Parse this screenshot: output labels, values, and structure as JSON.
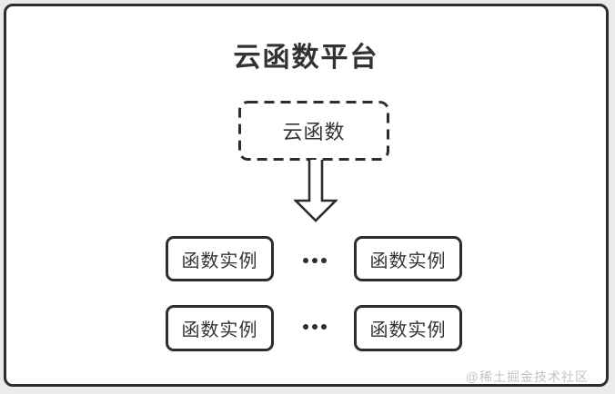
{
  "title": "云函数平台",
  "cloud_function_box": {
    "label": "云函数"
  },
  "instance_rows": [
    {
      "left": "函数实例",
      "ellipsis": "•••",
      "right": "函数实例"
    },
    {
      "left": "函数实例",
      "ellipsis": "•••",
      "right": "函数实例"
    }
  ],
  "watermark": "@稀土掘金技术社区",
  "icons": {
    "arrow": "down-arrow-icon"
  },
  "colors": {
    "line": "#2d2d2d",
    "text": "#333333",
    "card_background": "#ffffff",
    "page_background": "#ebebeb",
    "watermark": "#c4c4c4"
  }
}
